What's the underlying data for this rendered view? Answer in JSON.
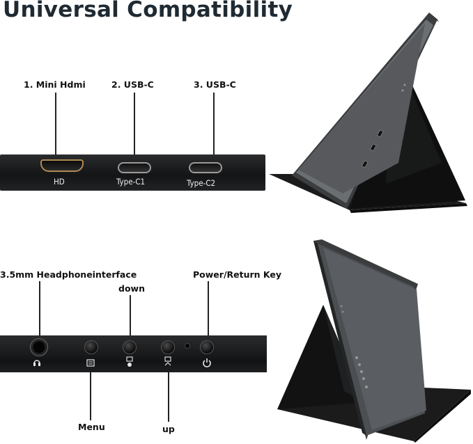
{
  "title": "Universal Compatibility",
  "top_ports": {
    "callouts": [
      "1. Mini Hdmi",
      "2. USB-C",
      "3. USB-C"
    ],
    "panel_labels": [
      "HD",
      "Type-C1",
      "Type-C2"
    ]
  },
  "bottom_controls": {
    "callouts": {
      "headphone": "3.5mm Headphoneinterface",
      "down": "down",
      "power": "Power/Return Key",
      "menu": "Menu",
      "up": "up"
    }
  },
  "icons": {
    "headphone": "headphone-icon",
    "menu": "menu-icon",
    "down": "down-icon",
    "up": "up-icon",
    "power": "power-return-icon"
  },
  "colors": {
    "title": "#1f2a33",
    "panel": "#1a1b1c",
    "hdmi_port_rim": "#b08a55"
  }
}
